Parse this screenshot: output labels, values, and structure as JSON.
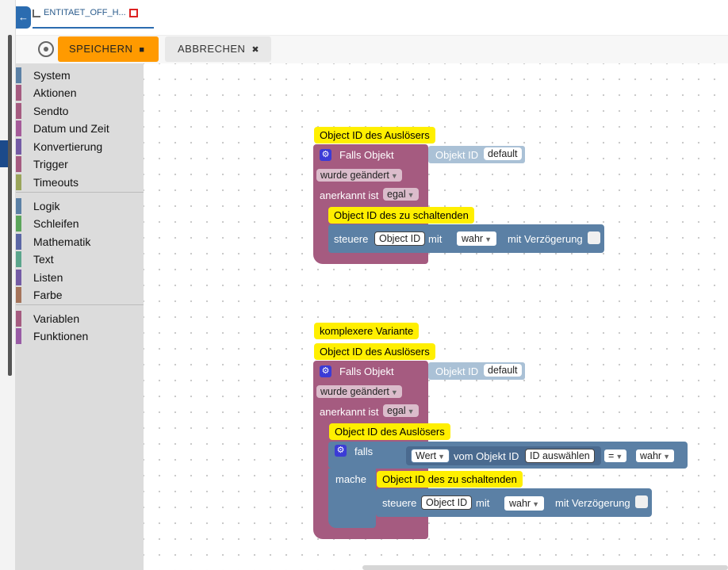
{
  "tab": {
    "title": "ENTITAET_OFF_H..."
  },
  "toolbar": {
    "save_label": "SPEICHERN",
    "cancel_label": "ABBRECHEN"
  },
  "categories": [
    {
      "label": "System",
      "color": "#5b80a5"
    },
    {
      "label": "Aktionen",
      "color": "#a55b80"
    },
    {
      "label": "Sendto",
      "color": "#a55b80"
    },
    {
      "label": "Datum und Zeit",
      "color": "#a55b9a"
    },
    {
      "label": "Konvertierung",
      "color": "#745ba5"
    },
    {
      "label": "Trigger",
      "color": "#a55b80"
    },
    {
      "label": "Timeouts",
      "color": "#9aa55b"
    },
    {
      "label": "Logik",
      "color": "#5b80a5"
    },
    {
      "label": "Schleifen",
      "color": "#5ba55b"
    },
    {
      "label": "Mathematik",
      "color": "#5b67a5"
    },
    {
      "label": "Text",
      "color": "#5ba58c"
    },
    {
      "label": "Listen",
      "color": "#745ba5"
    },
    {
      "label": "Farbe",
      "color": "#a5745b"
    },
    {
      "label": "Variablen",
      "color": "#a55b80"
    },
    {
      "label": "Funktionen",
      "color": "#995ba5"
    }
  ],
  "blocks": {
    "b1": {
      "comment_trigger": "Object ID des Auslösers",
      "falls_objekt": "Falls Objekt",
      "objekt_id_label": "Objekt ID",
      "objekt_id_value": "default",
      "wurde_geaendert": "wurde geändert",
      "anerkannt_ist": "anerkannt ist",
      "egal": "egal",
      "comment_target": "Object ID des zu schaltenden",
      "steuere": "steuere",
      "object_id": "Object ID",
      "mit": "mit",
      "wahr": "wahr",
      "mit_verzoegerung": "mit Verzögerung"
    },
    "b2": {
      "comment_variant": "komplexere Variante",
      "comment_trigger": "Object ID des Auslösers",
      "falls_objekt": "Falls Objekt",
      "objekt_id_label": "Objekt ID",
      "objekt_id_value": "default",
      "wurde_geaendert": "wurde geändert",
      "anerkannt_ist": "anerkannt ist",
      "egal": "egal",
      "comment_if": "Object ID des Auslösers",
      "falls": "falls",
      "mache": "mache",
      "wert": "Wert",
      "vom_objekt_id": "vom Objekt ID",
      "id_auswaehlen": "ID auswählen",
      "equals": "=",
      "wahr_cmp": "wahr",
      "comment_target": "Object ID des zu schaltenden",
      "steuere": "steuere",
      "object_id": "Object ID",
      "mit": "mit",
      "wahr": "wahr",
      "mit_verzoegerung": "mit Verzögerung"
    }
  }
}
